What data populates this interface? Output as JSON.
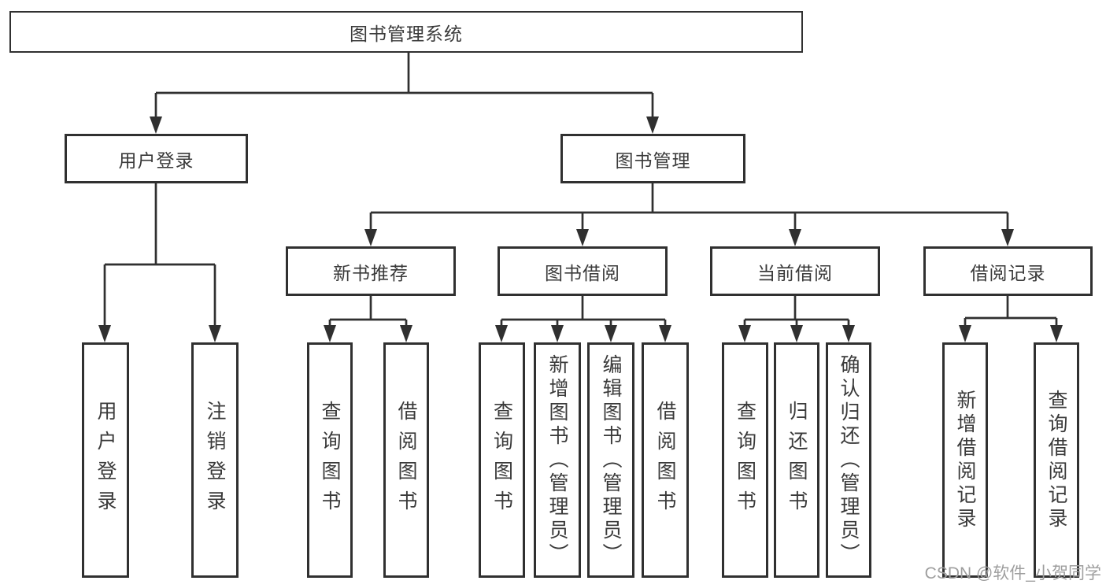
{
  "diagram_title": "图书管理系统",
  "tree": {
    "label": "图书管理系统",
    "children": [
      {
        "label": "用户登录",
        "children": [
          {
            "label": "用户登录"
          },
          {
            "label": "注销登录"
          }
        ]
      },
      {
        "label": "图书管理",
        "children": [
          {
            "label": "新书推荐",
            "children": [
              {
                "label": "查询图书"
              },
              {
                "label": "借阅图书"
              }
            ]
          },
          {
            "label": "图书借阅",
            "children": [
              {
                "label": "查询图书"
              },
              {
                "label": "新增图书（管理员）"
              },
              {
                "label": "编辑图书（管理员）"
              },
              {
                "label": "借阅图书"
              }
            ]
          },
          {
            "label": "当前借阅",
            "children": [
              {
                "label": "查询图书"
              },
              {
                "label": "归还图书"
              },
              {
                "label": "确认归还（管理员）"
              }
            ]
          },
          {
            "label": "借阅记录",
            "children": [
              {
                "label": "新增借阅记录"
              },
              {
                "label": "查询借阅记录"
              }
            ]
          }
        ]
      }
    ]
  },
  "watermark": "CSDN @软件_小贺同学",
  "colors": {
    "line": "#303030",
    "border": "#303030",
    "text": "#3a3a3a",
    "watermark_text": "#9e9e9e",
    "background": "#ffffff"
  }
}
